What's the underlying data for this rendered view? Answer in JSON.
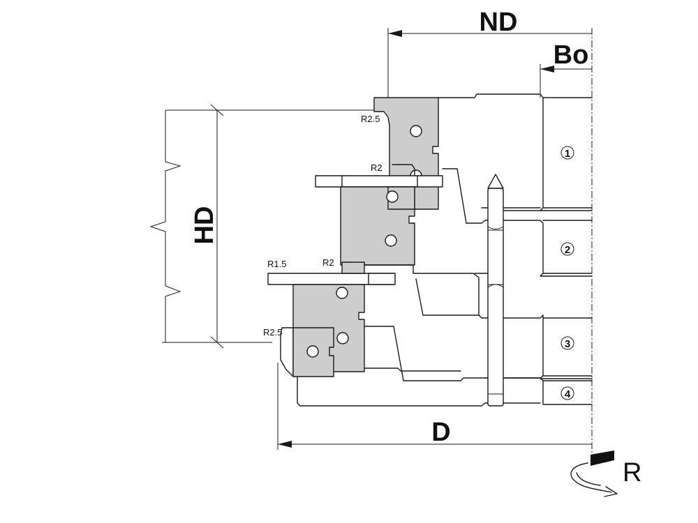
{
  "labels": {
    "nd": "ND",
    "bo": "Bo",
    "hd": "HD",
    "d": "D",
    "rotation": "R"
  },
  "radii": {
    "top": "R2.5",
    "second": "R2",
    "third": "R2",
    "left": "R1.5",
    "bottom": "R2.5"
  },
  "positions": [
    "1",
    "2",
    "3",
    "4"
  ],
  "colors": {
    "insert_fill": "#cdcdcd",
    "line": "#1a1a1a"
  }
}
